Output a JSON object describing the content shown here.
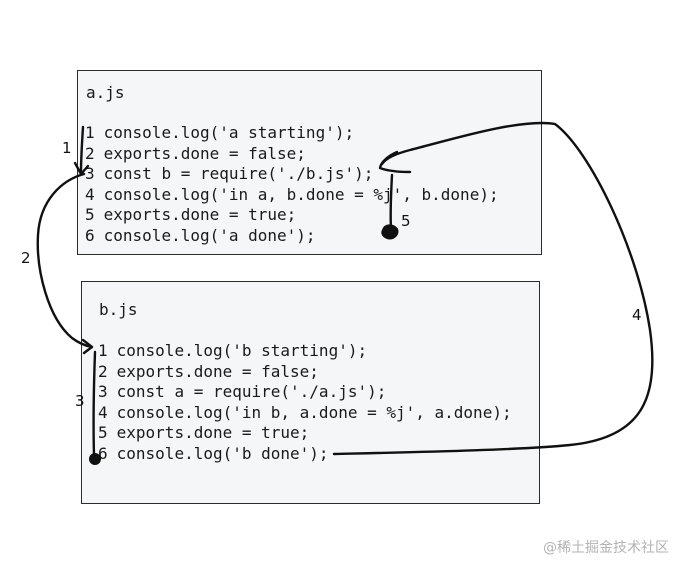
{
  "file_a": {
    "title": "a.js",
    "lines": [
      {
        "num": "1",
        "code": "console.log('a starting');"
      },
      {
        "num": "2",
        "code": "exports.done = false;"
      },
      {
        "num": "3",
        "code": "const b = require('./b.js');"
      },
      {
        "num": "4",
        "code": "console.log('in a, b.done = %j', b.done);"
      },
      {
        "num": "5",
        "code": "exports.done = true;"
      },
      {
        "num": "6",
        "code": "console.log('a done');"
      }
    ]
  },
  "file_b": {
    "title": "b.js",
    "lines": [
      {
        "num": "1",
        "code": "console.log('b starting');"
      },
      {
        "num": "2",
        "code": "exports.done = false;"
      },
      {
        "num": "3",
        "code": "const a = require('./a.js');"
      },
      {
        "num": "4",
        "code": "console.log('in b, a.done = %j', a.done);"
      },
      {
        "num": "5",
        "code": "exports.done = true;"
      },
      {
        "num": "6",
        "code": "console.log('b done');"
      }
    ]
  },
  "steps": [
    "1",
    "2",
    "3",
    "4",
    "5"
  ],
  "watermark": "@稀土掘金技术社区",
  "colors": {
    "ink": "#111111",
    "box_fill": "#f5f6f8",
    "box_border": "#2b2b2b",
    "watermark": "#b3b3b3"
  }
}
